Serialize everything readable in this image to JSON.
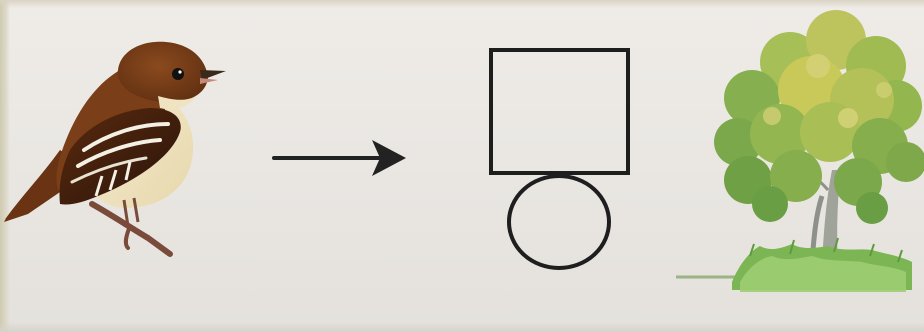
{
  "diagram": {
    "nodes": [
      {
        "id": "bird",
        "icon": "bird-icon"
      },
      {
        "id": "arrow",
        "icon": "right-arrow-icon"
      },
      {
        "id": "blank-square",
        "shape": "square",
        "content": ""
      },
      {
        "id": "blank-circle",
        "shape": "circle",
        "content": ""
      },
      {
        "id": "tree",
        "icon": "tree-icon"
      }
    ],
    "colors": {
      "background": "#ebe8e4",
      "outline": "#1e1e1e",
      "bird_brown": "#7a3e18",
      "bird_belly": "#f1e6c6",
      "tree_green": "#7fae4c",
      "tree_yellow": "#c9c95a",
      "grass_green": "#6fae4a"
    }
  }
}
